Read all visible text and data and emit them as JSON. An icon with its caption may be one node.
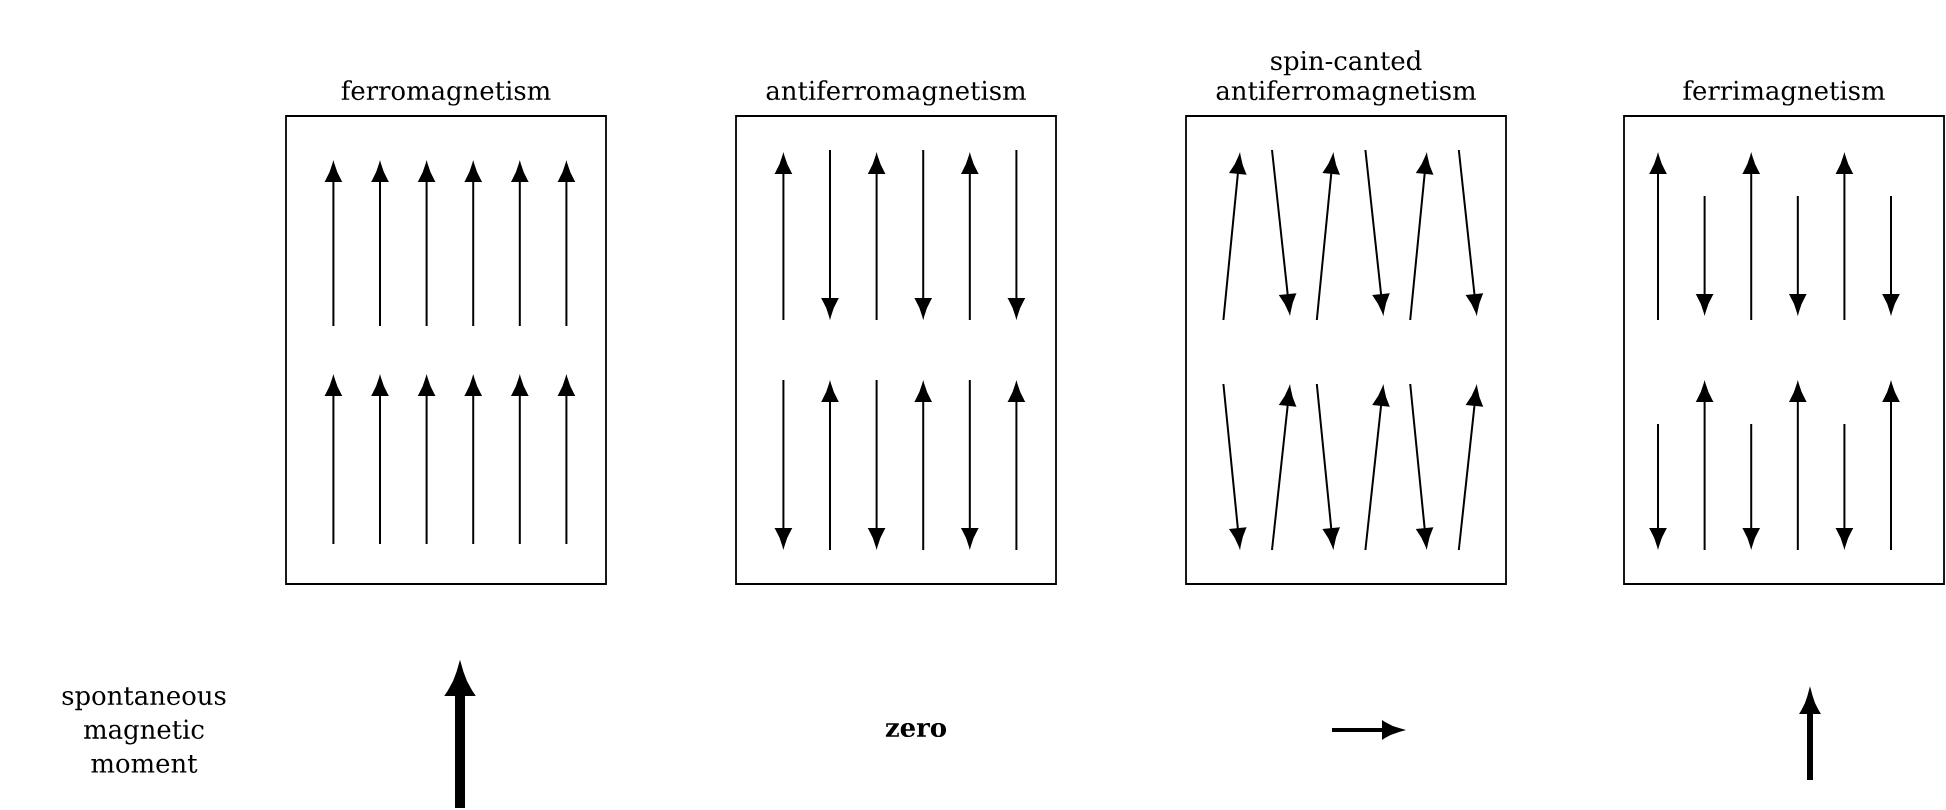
{
  "diagram": {
    "nodes": [
      {
        "text": [
          "ferromagnetism"
        ]
      },
      {
        "text": [
          "antiferromagnetism"
        ]
      },
      {
        "text": [
          "spin-canted antiferromagnetism"
        ]
      },
      {
        "text": [
          "ferrimagnetism"
        ]
      }
    ],
    "labels": [
      "spontaneous magnetic moment",
      "zero"
    ]
  }
}
